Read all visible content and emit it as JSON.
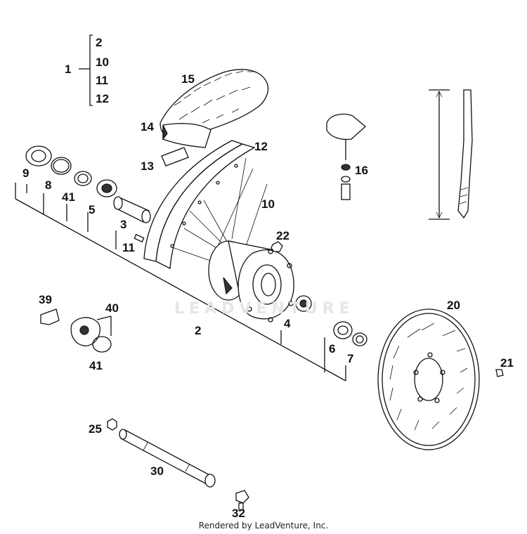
{
  "callouts": {
    "c1": "1",
    "g2": "2",
    "g10": "10",
    "g11": "11",
    "g12": "12",
    "c15": "15",
    "c14": "14",
    "c13": "13",
    "c12": "12",
    "c10": "10",
    "c16": "16",
    "c9": "9",
    "c8": "8",
    "c41a": "41",
    "c5": "5",
    "c3": "3",
    "c11": "11",
    "c22": "22",
    "c2": "2",
    "c4": "4",
    "c39": "39",
    "c40": "40",
    "c41b": "41",
    "c6": "6",
    "c7": "7",
    "c20": "20",
    "c21": "21",
    "c25": "25",
    "c30": "30",
    "c32": "32"
  },
  "watermark": "LEADVENTURE",
  "footer": "Rendered by LeadVenture, Inc."
}
